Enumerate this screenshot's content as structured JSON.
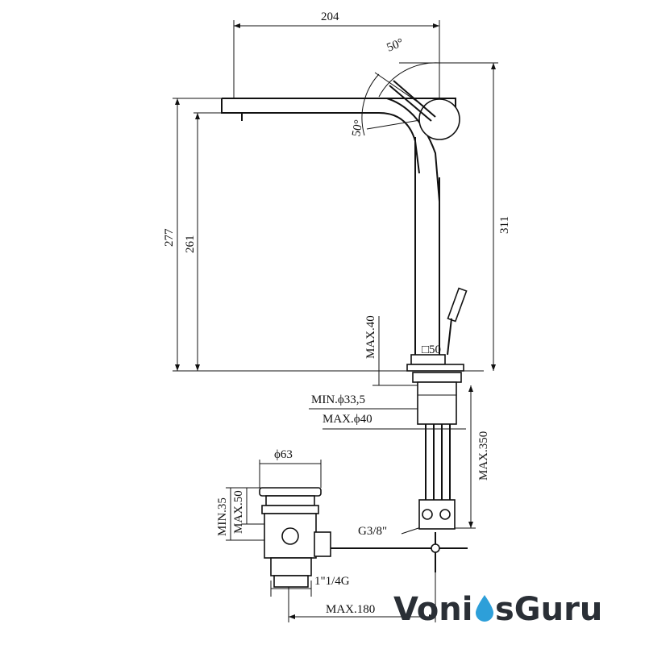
{
  "dimensions": {
    "overall_width": "204",
    "swivel_angle_top": "50°",
    "swivel_angle_left": "50°",
    "height_total": "277",
    "height_spout": "261",
    "height_overall_right": "311",
    "max_deck": "MAX.40",
    "base_square": "□50",
    "min_hole": "MIN.ϕ33,5",
    "max_hole": "MAX.ϕ40",
    "max_hose": "MAX.350",
    "waste_diameter": "ϕ63",
    "waste_min": "MIN.35",
    "waste_max": "MAX.50",
    "connection": "G3/8\"",
    "waste_thread": "1\"1/4G",
    "max_rod": "MAX.180"
  },
  "logo": {
    "part1": "Voni",
    "part2": "sGuru",
    "color_dark": "#2a2f36",
    "color_drop": "#2d9fd9",
    "icon": "water-drop-icon"
  }
}
